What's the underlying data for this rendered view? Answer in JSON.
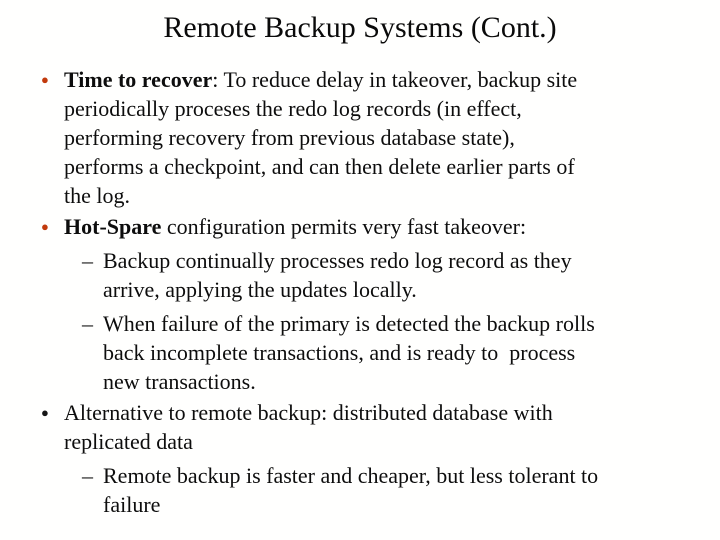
{
  "slide": {
    "title": "Remote Backup Systems (Cont.)",
    "colors": {
      "background": "#fffffe",
      "text": "#0d0d0d",
      "bullet_red": "#c23a0c",
      "bullet_black": "#161616"
    },
    "glyphs": {
      "round_bullet": "●",
      "dash_bullet": "–"
    },
    "items": [
      {
        "level": 1,
        "bullet_color": "red",
        "lines": [
          {
            "bold": "Time to recover",
            "text": ": To reduce delay in takeover, backup site"
          },
          {
            "text": "periodically proceses the redo log records (in effect,"
          },
          {
            "text": "performing recovery from previous database state),"
          },
          {
            "text": "performs a checkpoint, and can then delete earlier parts of"
          },
          {
            "text": "the log."
          }
        ]
      },
      {
        "level": 1,
        "bullet_color": "red",
        "lines": [
          {
            "bold": "Hot-Spare",
            "text": " configuration permits very fast takeover:"
          }
        ]
      },
      {
        "level": 2,
        "bullet_color": "dash",
        "lines": [
          {
            "text": "Backup continually processes redo log record as they"
          },
          {
            "text": "arrive, applying the updates locally."
          }
        ]
      },
      {
        "level": 2,
        "bullet_color": "dash",
        "lines": [
          {
            "text": "When failure of the primary is detected the backup rolls"
          },
          {
            "text": "back incomplete transactions, and is ready to  process"
          },
          {
            "text": "new transactions."
          }
        ]
      },
      {
        "level": 1,
        "bullet_color": "black",
        "lines": [
          {
            "text": "Alternative to remote backup: distributed database with"
          },
          {
            "text": "replicated data"
          }
        ]
      },
      {
        "level": 2,
        "bullet_color": "dash",
        "lines": [
          {
            "text": "Remote backup is faster and cheaper, but less tolerant to"
          },
          {
            "text": "failure"
          }
        ]
      }
    ]
  }
}
